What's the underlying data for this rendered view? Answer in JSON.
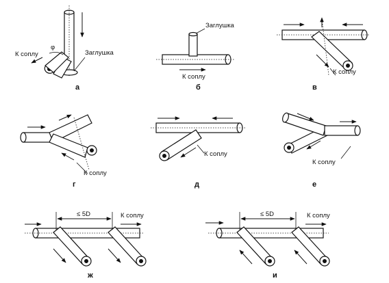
{
  "labels": {
    "to_nozzle": "К соплу",
    "plug": "Заглушка",
    "phi": "φ",
    "dist_5d": "≤ 5D"
  },
  "captions": [
    "а",
    "б",
    "в",
    "г",
    "д",
    "е",
    "ж",
    "и"
  ]
}
